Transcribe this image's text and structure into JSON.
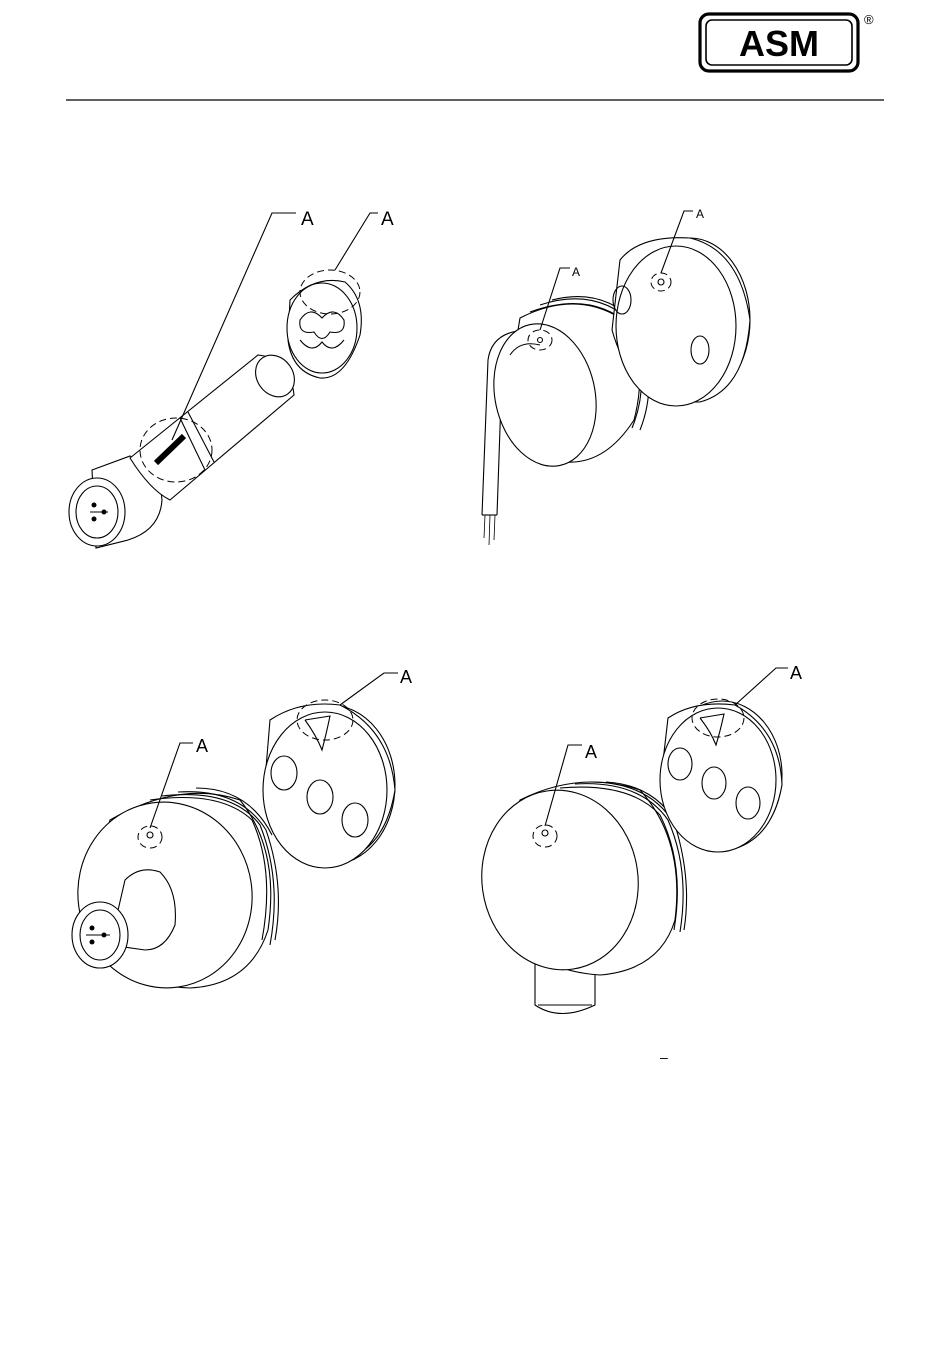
{
  "header": {
    "logo_text": "ASM",
    "registered_mark": "®"
  },
  "figures": [
    {
      "id": "tube-sensor",
      "callouts": [
        "A",
        "A"
      ]
    },
    {
      "id": "cable-sensor",
      "callouts": [
        "A",
        "A"
      ]
    },
    {
      "id": "axial-connector-sensor",
      "callouts": [
        "A",
        "A"
      ]
    },
    {
      "id": "radial-connector-sensor",
      "callouts": [
        "A",
        "A"
      ]
    }
  ],
  "footer_mark": "–",
  "colors": {
    "ink": "#000000",
    "paper": "#ffffff"
  }
}
